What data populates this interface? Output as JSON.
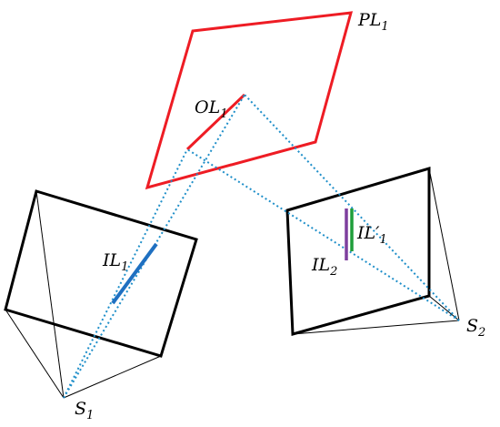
{
  "labels": {
    "pl1": {
      "base": "PL",
      "sub": "1"
    },
    "ol1": {
      "base": "OL",
      "sub": "1"
    },
    "il1": {
      "base": "IL",
      "sub": "1"
    },
    "il1_prime": {
      "base": "IL′",
      "sub": "1"
    },
    "il2": {
      "base": "IL",
      "sub": "2"
    },
    "s1": {
      "base": "S",
      "sub": "1"
    },
    "s2": {
      "base": "S",
      "sub": "2"
    }
  },
  "colors": {
    "object_plane": "#ee1c24",
    "object_line": "#ee1c24",
    "image_plane": "#000000",
    "projection_rays": "#1f8fc9",
    "image_line_1": "#1f70c1",
    "image_line_1_prime": "#1e9e3a",
    "image_line_2": "#7e3f9e"
  }
}
